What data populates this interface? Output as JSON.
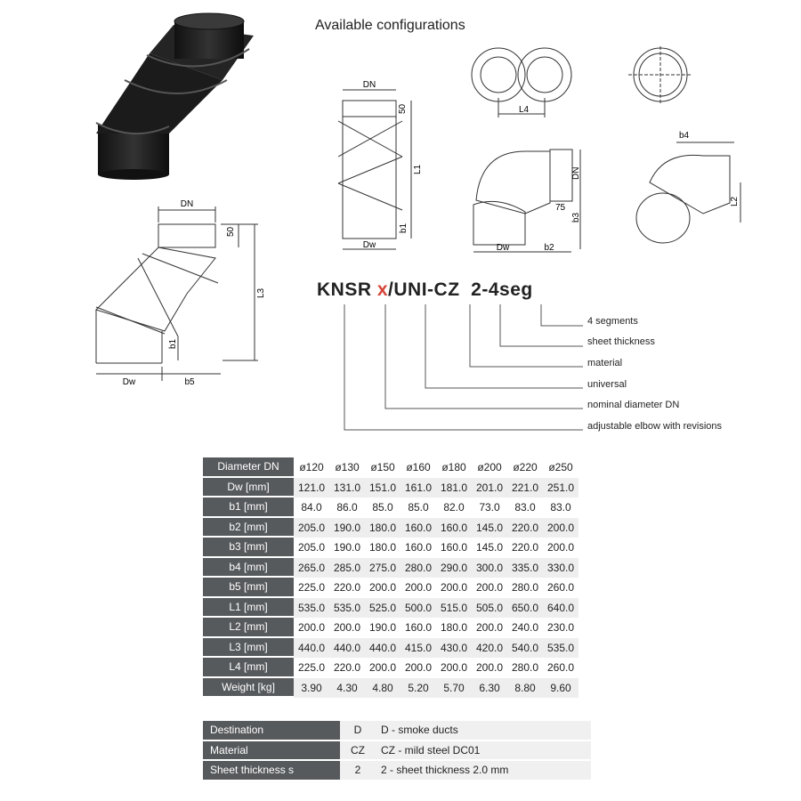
{
  "title": "Available configurations",
  "product_code": {
    "p1": "KNSR ",
    "p2": "x",
    "p3": "/UNI-CZ  2-4seg"
  },
  "legend": [
    "4 segments",
    "sheet thickness",
    "material",
    "universal",
    "nominal diameter DN",
    "adjustable elbow with revisions"
  ],
  "drawing_labels": {
    "dn": "DN",
    "dw": "Dw",
    "d50": "50",
    "l1": "L1",
    "l2": "L2",
    "l3": "L3",
    "l4": "L4",
    "b1": "b1",
    "b2": "b2",
    "b3": "b3",
    "b4": "b4",
    "b5": "b5",
    "d75": "75"
  },
  "spec_table": {
    "rows": [
      {
        "label": "Diameter DN",
        "values": [
          "ø120",
          "ø130",
          "ø150",
          "ø160",
          "ø180",
          "ø200",
          "ø220",
          "ø250"
        ]
      },
      {
        "label": "Dw [mm]",
        "values": [
          "121.0",
          "131.0",
          "151.0",
          "161.0",
          "181.0",
          "201.0",
          "221.0",
          "251.0"
        ]
      },
      {
        "label": "b1 [mm]",
        "values": [
          "84.0",
          "86.0",
          "85.0",
          "85.0",
          "82.0",
          "73.0",
          "83.0",
          "83.0"
        ]
      },
      {
        "label": "b2 [mm]",
        "values": [
          "205.0",
          "190.0",
          "180.0",
          "160.0",
          "160.0",
          "145.0",
          "220.0",
          "200.0"
        ]
      },
      {
        "label": "b3 [mm]",
        "values": [
          "205.0",
          "190.0",
          "180.0",
          "160.0",
          "160.0",
          "145.0",
          "220.0",
          "200.0"
        ]
      },
      {
        "label": "b4 [mm]",
        "values": [
          "265.0",
          "285.0",
          "275.0",
          "280.0",
          "290.0",
          "300.0",
          "335.0",
          "330.0"
        ]
      },
      {
        "label": "b5 [mm]",
        "values": [
          "225.0",
          "220.0",
          "200.0",
          "200.0",
          "200.0",
          "200.0",
          "280.0",
          "260.0"
        ]
      },
      {
        "label": "L1 [mm]",
        "values": [
          "535.0",
          "535.0",
          "525.0",
          "500.0",
          "515.0",
          "505.0",
          "650.0",
          "640.0"
        ]
      },
      {
        "label": "L2 [mm]",
        "values": [
          "200.0",
          "200.0",
          "190.0",
          "160.0",
          "180.0",
          "200.0",
          "240.0",
          "230.0"
        ]
      },
      {
        "label": "L3 [mm]",
        "values": [
          "440.0",
          "440.0",
          "440.0",
          "415.0",
          "430.0",
          "420.0",
          "540.0",
          "535.0"
        ]
      },
      {
        "label": "L4 [mm]",
        "values": [
          "225.0",
          "220.0",
          "200.0",
          "200.0",
          "200.0",
          "200.0",
          "280.0",
          "260.0"
        ]
      },
      {
        "label": "Weight [kg]",
        "values": [
          "3.90",
          "4.30",
          "4.80",
          "5.20",
          "5.70",
          "6.30",
          "8.80",
          "9.60"
        ]
      }
    ]
  },
  "dest_table": {
    "rows": [
      {
        "label": "Destination",
        "code": "D",
        "desc": "D - smoke ducts"
      },
      {
        "label": "Material",
        "code": "CZ",
        "desc": "CZ - mild steel DC01"
      },
      {
        "label": "Sheet thickness s",
        "code": "2",
        "desc": "2 - sheet thickness 2.0 mm"
      }
    ]
  }
}
